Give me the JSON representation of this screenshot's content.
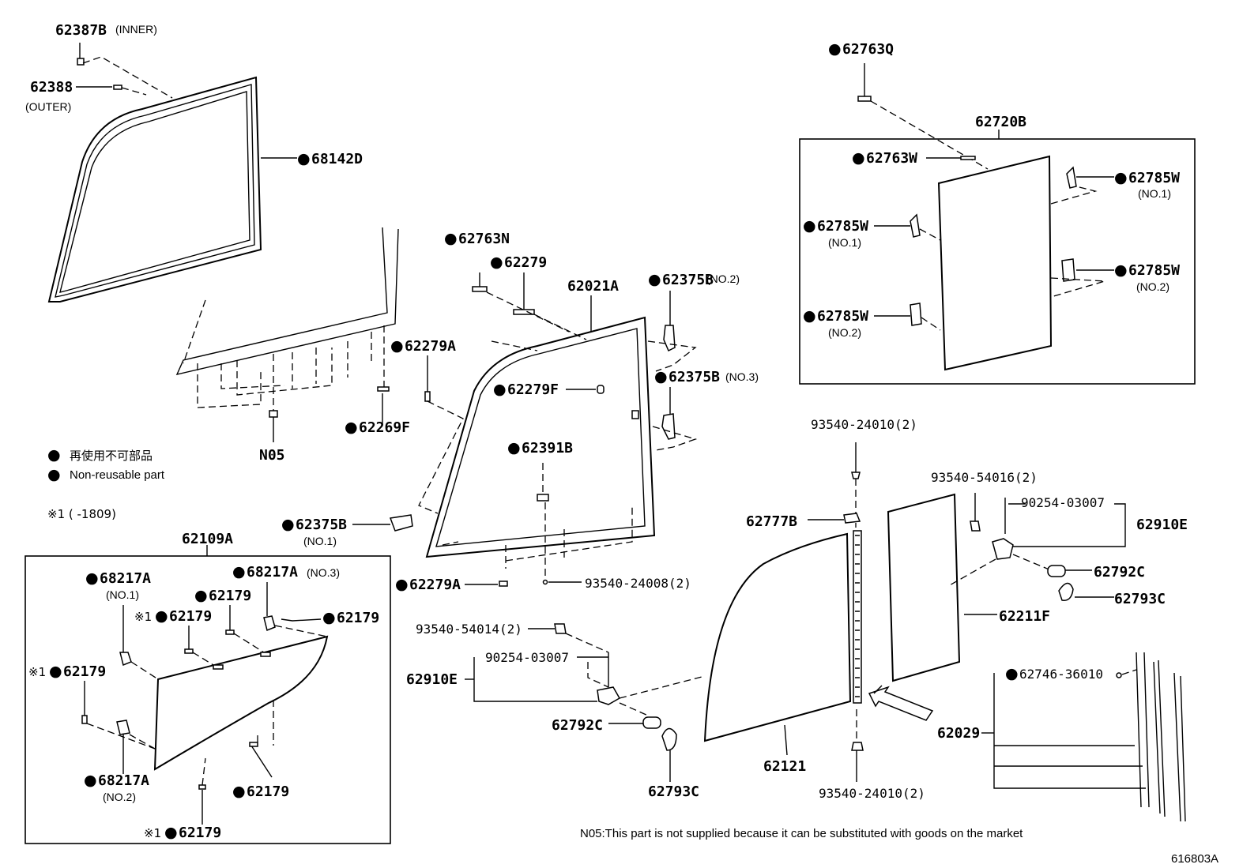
{
  "diagram": {
    "ref_code": "616803A",
    "footnote": "N05:This part is not supplied because it can be substituted with goods on the market",
    "legend": {
      "bullet_glyph": "●",
      "ja": "再使用不可部品",
      "en": "Non-reusable part",
      "note_mark": "※1",
      "note": "※1 (      -1809)"
    },
    "labels": {
      "p62387B": "62387B",
      "p62387B_note": "(INNER)",
      "p62388": "62388",
      "p62388_note": "(OUTER)",
      "p68142D": "68142D",
      "pN05": "N05",
      "p62269F": "62269F",
      "p62279A_top": "62279A",
      "p62763N": "62763N",
      "p62279": "62279",
      "p62021A": "62021A",
      "p62375B_no2": "62375B",
      "no2_a": "(NO.2)",
      "p62375B_no3": "62375B",
      "no3_a": "(NO.3)",
      "p62279F": "62279F",
      "p62391B": "62391B",
      "p62375B_no1": "62375B",
      "no1_a": "(NO.1)",
      "p62279A_bot": "62279A",
      "p93540_24008": "93540-24008(2)",
      "p62109A": "62109A",
      "p68217A_no1": "68217A",
      "no1_b": "(NO.1)",
      "p68217A_no3": "68217A",
      "no3_b": "(NO.3)",
      "p62179_a": "62179",
      "p62179_b": "62179",
      "p62179_c": "62179",
      "p62179_d": "62179",
      "p62179_e": "62179",
      "p62179_f": "62179",
      "p68217A_no2": "68217A",
      "no2_b": "(NO.2)",
      "p62763Q": "62763Q",
      "p62720B": "62720B",
      "p62763W": "62763W",
      "p62785W_r1": "62785W",
      "no1_c": "(NO.1)",
      "p62785W_l1": "62785W",
      "no1_d": "(NO.1)",
      "p62785W_r2": "62785W",
      "no2_c": "(NO.2)",
      "p62785W_l2": "62785W",
      "no2_d": "(NO.2)",
      "p93540_24010_top": "93540-24010(2)",
      "p93540_54016": "93540-54016(2)",
      "p90254_03007_r": "90254-03007",
      "p62910E_r": "62910E",
      "p62777B": "62777B",
      "p62792C_r": "62792C",
      "p62793C_r": "62793C",
      "p62211F": "62211F",
      "p93540_54014": "93540-54014(2)",
      "p90254_03007_l": "90254-03007",
      "p62910E_l": "62910E",
      "p62792C_l": "62792C",
      "p62793C_l": "62793C",
      "p62121": "62121",
      "p93540_24010_bot": "93540-24010(2)",
      "p62746_36010": "62746-36010",
      "p62029": "62029"
    }
  }
}
